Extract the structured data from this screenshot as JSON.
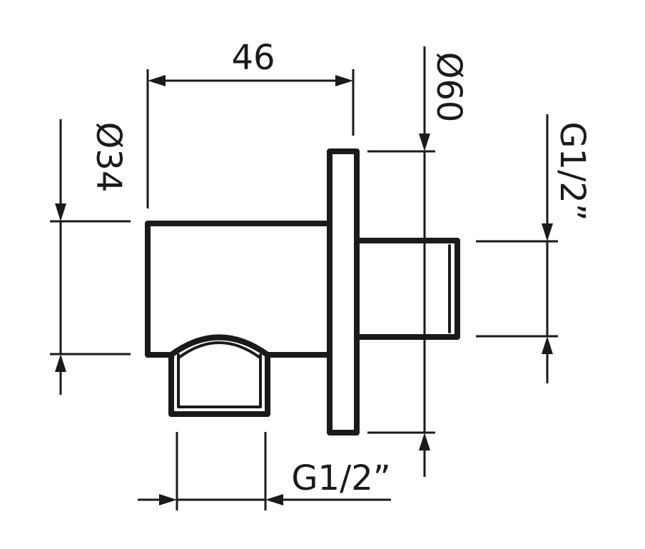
{
  "drawing": {
    "dimensions": {
      "length": "46",
      "flange_diameter": "Ø60",
      "body_diameter": "Ø34",
      "inlet_thread": "G1/2”",
      "outlet_thread": "G1/2”"
    },
    "colors": {
      "line": "#1a1a1a",
      "background": "#ffffff"
    }
  }
}
